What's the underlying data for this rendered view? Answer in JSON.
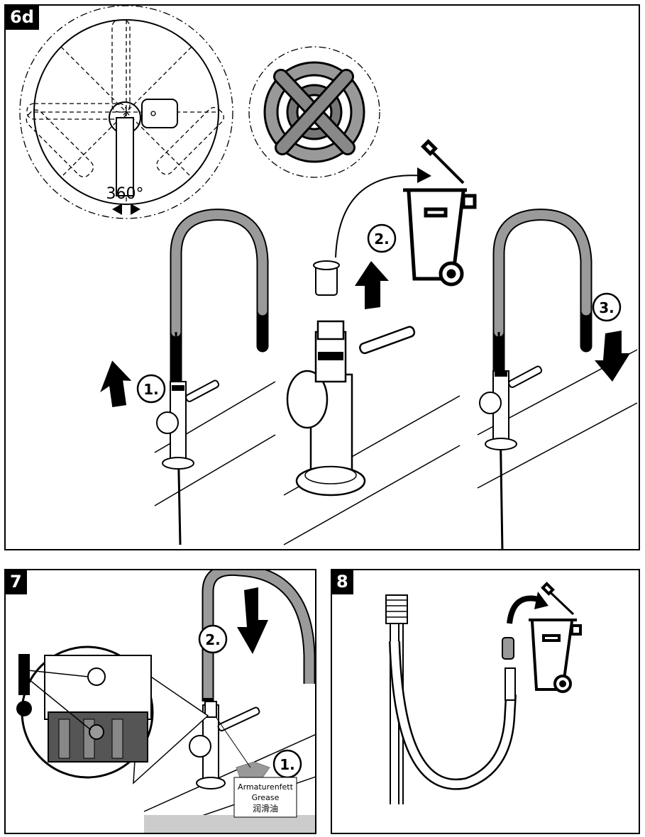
{
  "panels": {
    "p6d": {
      "tag": "6d",
      "rotation": "360°",
      "step1": "1.",
      "step2": "2.",
      "step3": "3."
    },
    "p7": {
      "tag": "7",
      "step1": "1.",
      "step2": "2.",
      "grease_de": "Armaturenfett",
      "grease_en": "Grease",
      "grease_zh": "润滑油"
    },
    "p8": {
      "tag": "8"
    }
  },
  "colors": {
    "hose": "#9a9a9a",
    "ink": "#000000",
    "grey_dark": "#5a5a5a",
    "grey_light": "#bdbdbd"
  },
  "icons": [
    "rotation-circle-icon",
    "no-cross-icon",
    "arrow-up-icon",
    "arrow-down-icon",
    "recycle-bin-icon",
    "warning-exclamation-icon"
  ]
}
